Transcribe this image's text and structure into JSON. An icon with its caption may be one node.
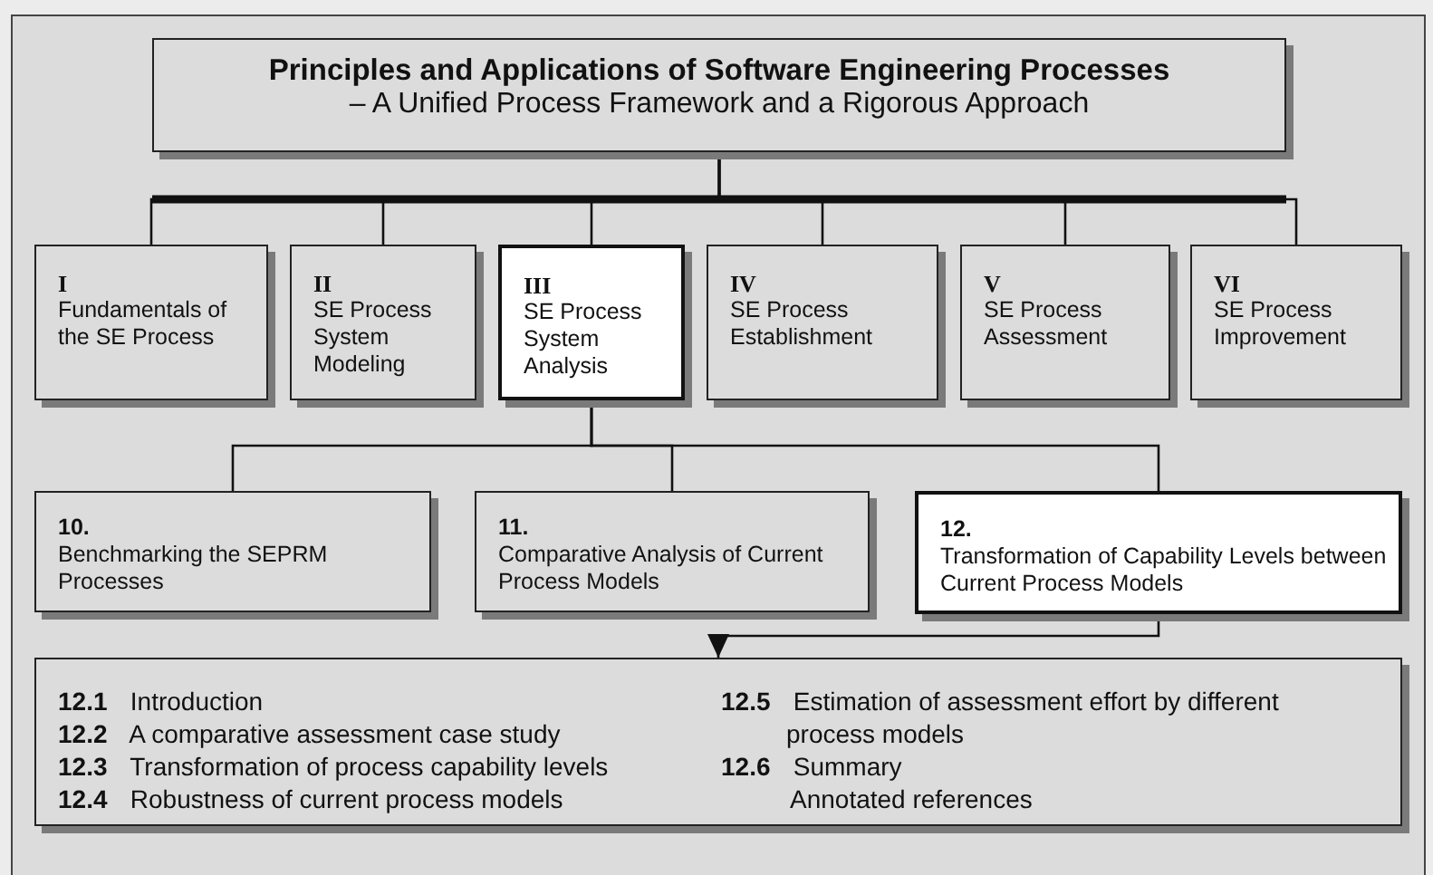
{
  "diagram": {
    "nodes": [
      {
        "text": [
          "Principles and Applications of Software Engineering Processes",
          "– A Unified Process Framework and a Rigorous Approach"
        ]
      },
      {
        "text": [
          "I",
          "Fundamentals of the SE Process"
        ]
      },
      {
        "text": [
          "II",
          "SE Process System Modeling"
        ]
      },
      {
        "text": [
          "III",
          "SE Process System Analysis"
        ]
      },
      {
        "text": [
          "IV",
          "SE Process Establishment"
        ]
      },
      {
        "text": [
          "V",
          "SE Process Assessment"
        ]
      },
      {
        "text": [
          "VI",
          "SE Process Improvement"
        ]
      },
      {
        "text": [
          "10.",
          "Benchmarking the SEPRM Processes"
        ]
      },
      {
        "text": [
          "11.",
          "Comparative Analysis of Current Process Models"
        ]
      },
      {
        "text": [
          "12.",
          "Transformation of Capability Levels between Current Process Models"
        ]
      },
      {
        "text": [
          "**12.1** Introduction",
          "**12.2** A comparative assessment case study",
          "**12.3** Transformation of process capability levels",
          "**12.4** Robustness of current process models",
          "**12.5** Estimation of assessment effort by different process models",
          "**12.6** Summary",
          "Annotated references"
        ]
      }
    ],
    "edges": [
      {
        "from": 0,
        "to": 1,
        "arrow": "none"
      },
      {
        "from": 0,
        "to": 2,
        "arrow": "none"
      },
      {
        "from": 0,
        "to": 3,
        "arrow": "none"
      },
      {
        "from": 0,
        "to": 4,
        "arrow": "none"
      },
      {
        "from": 0,
        "to": 5,
        "arrow": "none"
      },
      {
        "from": 0,
        "to": 6,
        "arrow": "none"
      },
      {
        "from": 3,
        "to": 7,
        "arrow": "none"
      },
      {
        "from": 3,
        "to": 8,
        "arrow": "none"
      },
      {
        "from": 3,
        "to": 9,
        "arrow": "none"
      },
      {
        "from": 9,
        "to": 10,
        "arrow": "to"
      }
    ]
  }
}
